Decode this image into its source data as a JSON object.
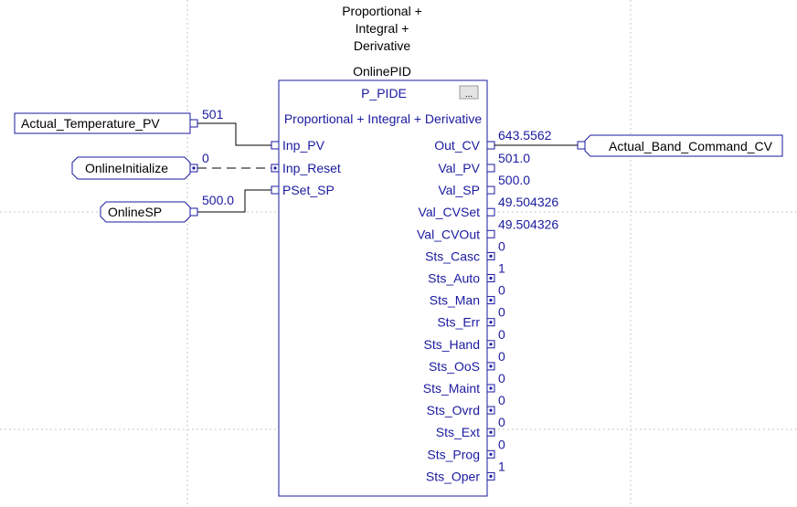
{
  "block": {
    "description_lines": [
      "Proportional +",
      "Integral +",
      "Derivative"
    ],
    "tag_name": "OnlinePID",
    "type": "P_PIDE",
    "menu_button": "...",
    "subtitle": "Proportional + Integral + Derivative"
  },
  "inputs": [
    {
      "name": "Inp_PV",
      "tag": "Actual_Temperature_PV",
      "value": "501",
      "wire": "solid"
    },
    {
      "name": "Inp_Reset",
      "tag": "OnlineInitialize",
      "value": "0",
      "wire": "dashed"
    },
    {
      "name": "PSet_SP",
      "tag": "OnlineSP",
      "value": "500.0",
      "wire": "solid"
    }
  ],
  "outputs": [
    {
      "name": "Out_CV",
      "value": "643.5562",
      "kind": "analog",
      "tag": "Actual_Band_Command_CV"
    },
    {
      "name": "Val_PV",
      "value": "501.0",
      "kind": "analog"
    },
    {
      "name": "Val_SP",
      "value": "500.0",
      "kind": "analog"
    },
    {
      "name": "Val_CVSet",
      "value": "49.504326",
      "kind": "analog"
    },
    {
      "name": "Val_CVOut",
      "value": "49.504326",
      "kind": "analog"
    },
    {
      "name": "Sts_Casc",
      "value": "0",
      "kind": "bool"
    },
    {
      "name": "Sts_Auto",
      "value": "1",
      "kind": "bool"
    },
    {
      "name": "Sts_Man",
      "value": "0",
      "kind": "bool"
    },
    {
      "name": "Sts_Err",
      "value": "0",
      "kind": "bool"
    },
    {
      "name": "Sts_Hand",
      "value": "0",
      "kind": "bool"
    },
    {
      "name": "Sts_OoS",
      "value": "0",
      "kind": "bool"
    },
    {
      "name": "Sts_Maint",
      "value": "0",
      "kind": "bool"
    },
    {
      "name": "Sts_Ovrd",
      "value": "0",
      "kind": "bool"
    },
    {
      "name": "Sts_Ext",
      "value": "0",
      "kind": "bool"
    },
    {
      "name": "Sts_Prog",
      "value": "0",
      "kind": "bool"
    },
    {
      "name": "Sts_Oper",
      "value": "1",
      "kind": "bool"
    }
  ],
  "colors": {
    "pin_label": "#1a1aa0",
    "wire": "#000000",
    "value_text": "#1a1aa0",
    "tag_text": "#000000",
    "grid": "#c8c8c8"
  }
}
